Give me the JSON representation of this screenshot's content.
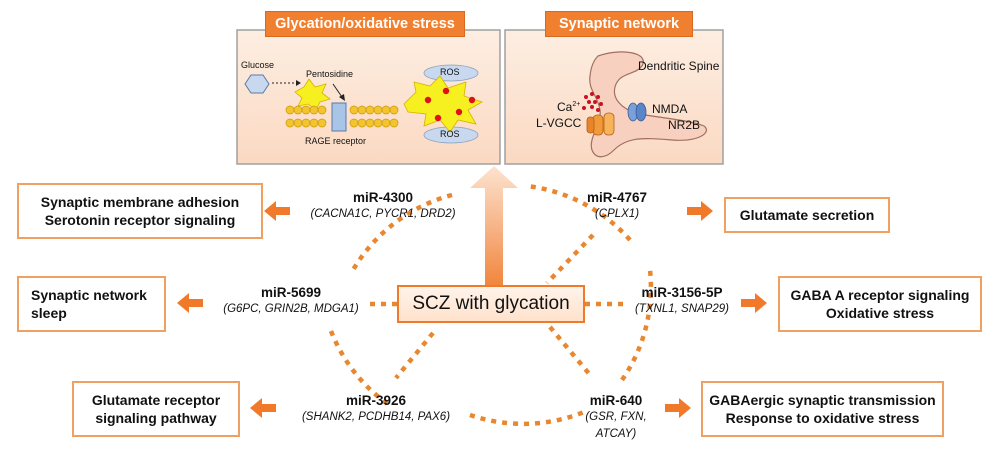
{
  "panels": {
    "glycation": {
      "title": "Glycation/oxidative stress",
      "labels": {
        "glucose": "Glucose",
        "pentosidine": "Pentosidine",
        "rage": "RAGE receptor",
        "ros_top": "ROS",
        "ros_bottom": "ROS"
      }
    },
    "synaptic": {
      "title": "Synaptic network",
      "labels": {
        "spine": "Dendritic Spine",
        "ca": "Ca",
        "ca_sup": "2+",
        "lvgcc": "L-VGCC",
        "nmda": "NMDA",
        "nr2b": "NR2B"
      }
    }
  },
  "center": "SCZ with glycation",
  "mirnas": [
    {
      "id": "mir-4300",
      "name": "miR-4300",
      "genes": "(CACNA1C, PYCR1, DRD2)"
    },
    {
      "id": "mir-4767",
      "name": "miR-4767",
      "genes": "(CPLX1)"
    },
    {
      "id": "mir-5699",
      "name": "miR-5699",
      "genes": "(G6PC, GRIN2B, MDGA1)"
    },
    {
      "id": "mir-3156-5p",
      "name": "miR-3156-5P",
      "genes": "(TXNL1, SNAP29)"
    },
    {
      "id": "mir-3926",
      "name": "miR-3926",
      "genes": "(SHANK2, PCDHB14, PAX6)"
    },
    {
      "id": "mir-640",
      "name": "miR-640",
      "genes": "(GSR, FXN,",
      "genes2": "ATCAY)"
    }
  ],
  "functions": {
    "left1": [
      "Synaptic membrane adhesion",
      "Serotonin receptor signaling"
    ],
    "left2": [
      "Synaptic network",
      "sleep"
    ],
    "left3": [
      "Glutamate receptor",
      "signaling pathway"
    ],
    "right1": [
      "Glutamate secretion"
    ],
    "right2": [
      "GABA A receptor signaling",
      "Oxidative stress"
    ],
    "right3": [
      "GABAergic synaptic transmission",
      "Response to oxidative stress"
    ]
  },
  "colors": {
    "accent": "#f08030",
    "box_border": "#f0a060",
    "panel_bg": "#fde8d8",
    "dots": "#e8872f"
  }
}
